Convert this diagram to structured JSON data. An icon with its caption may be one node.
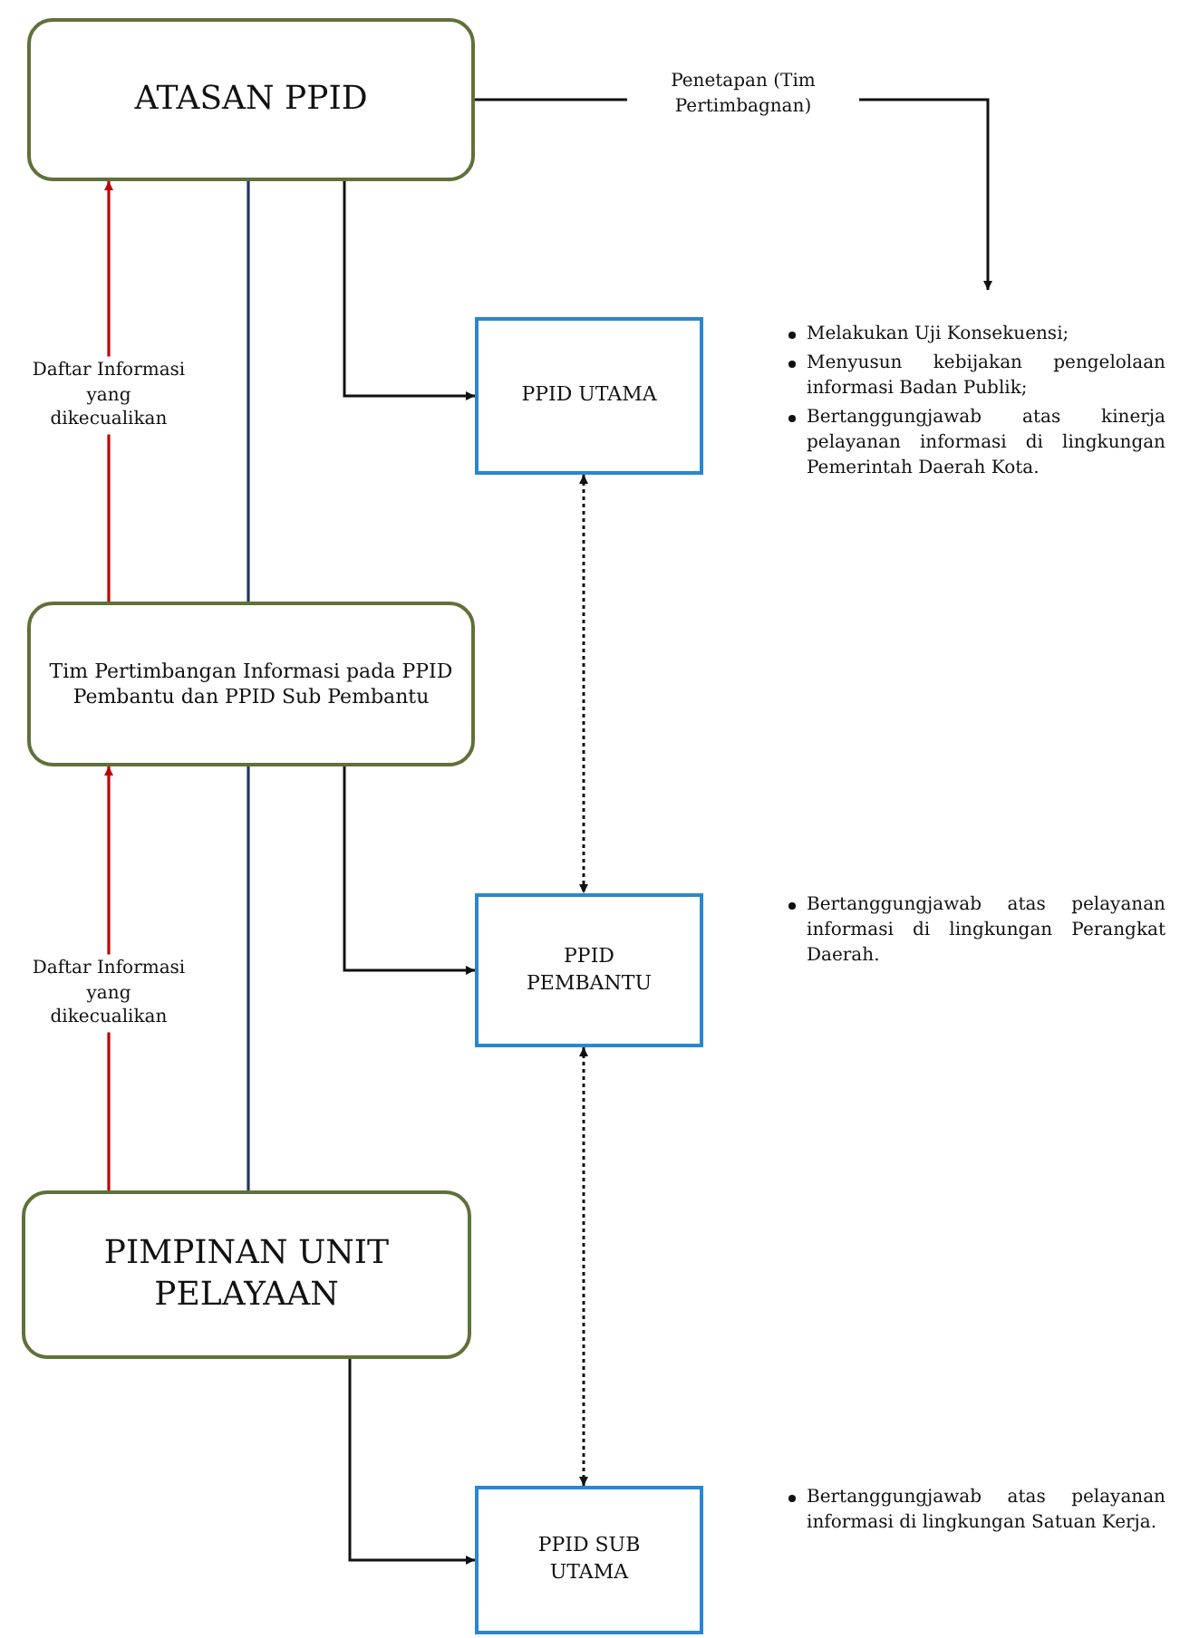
{
  "diagram": {
    "nodes": [
      {
        "text": [
          "ATASAN PPID"
        ]
      },
      {
        "text": [
          "PPID UTAMA"
        ]
      },
      {
        "text": [
          "Tim Pertimbangan Informasi pada PPID Pembantu dan PPID Sub Pembantu"
        ]
      },
      {
        "text": [
          "PPID PEMBANTU"
        ]
      },
      {
        "text": [
          "PIMPINAN UNIT PELAYAAN"
        ]
      },
      {
        "text": [
          "PPID SUB UTAMA"
        ]
      },
      {
        "text": [
          "Melakukan Uji Konsekuensi;",
          "Menyusun kebijakan pengelolaan informasi Badan Publik;",
          "Bertanggungjawab atas kinerja pelayanan informasi di lingkungan Pemerintah Daerah Kota."
        ]
      }
    ],
    "edges": [
      {
        "from": 0,
        "to": 1,
        "arrow": "to"
      },
      {
        "from": 0,
        "to": 6,
        "arrow": "to",
        "label": "Penetapan (Tim Pertimbagnan)"
      },
      {
        "from": 2,
        "to": 0,
        "arrow": "to",
        "label": "Daftar Informasi yang dikecualikan",
        "color": "#c00000"
      },
      {
        "from": 0,
        "to": 2,
        "arrow": "none",
        "color": "#1f3864"
      },
      {
        "from": 2,
        "to": 3,
        "arrow": "to"
      },
      {
        "from": 4,
        "to": 2,
        "arrow": "to",
        "label": "Daftar Informasi yang dikecualikan",
        "color": "#c00000"
      },
      {
        "from": 2,
        "to": 4,
        "arrow": "none",
        "color": "#1f3864"
      },
      {
        "from": 1,
        "to": 3,
        "arrow": "both",
        "style": "dashed"
      },
      {
        "from": 4,
        "to": 5,
        "arrow": "to"
      },
      {
        "from": 3,
        "to": 5,
        "arrow": "both",
        "style": "dashed"
      }
    ],
    "labels": [
      "Bertanggungjawab atas pelayanan informasi di lingkungan Perangkat Daerah.",
      "Bertanggungjawab atas pelayanan informasi di lingkungan Satuan Kerja."
    ]
  }
}
